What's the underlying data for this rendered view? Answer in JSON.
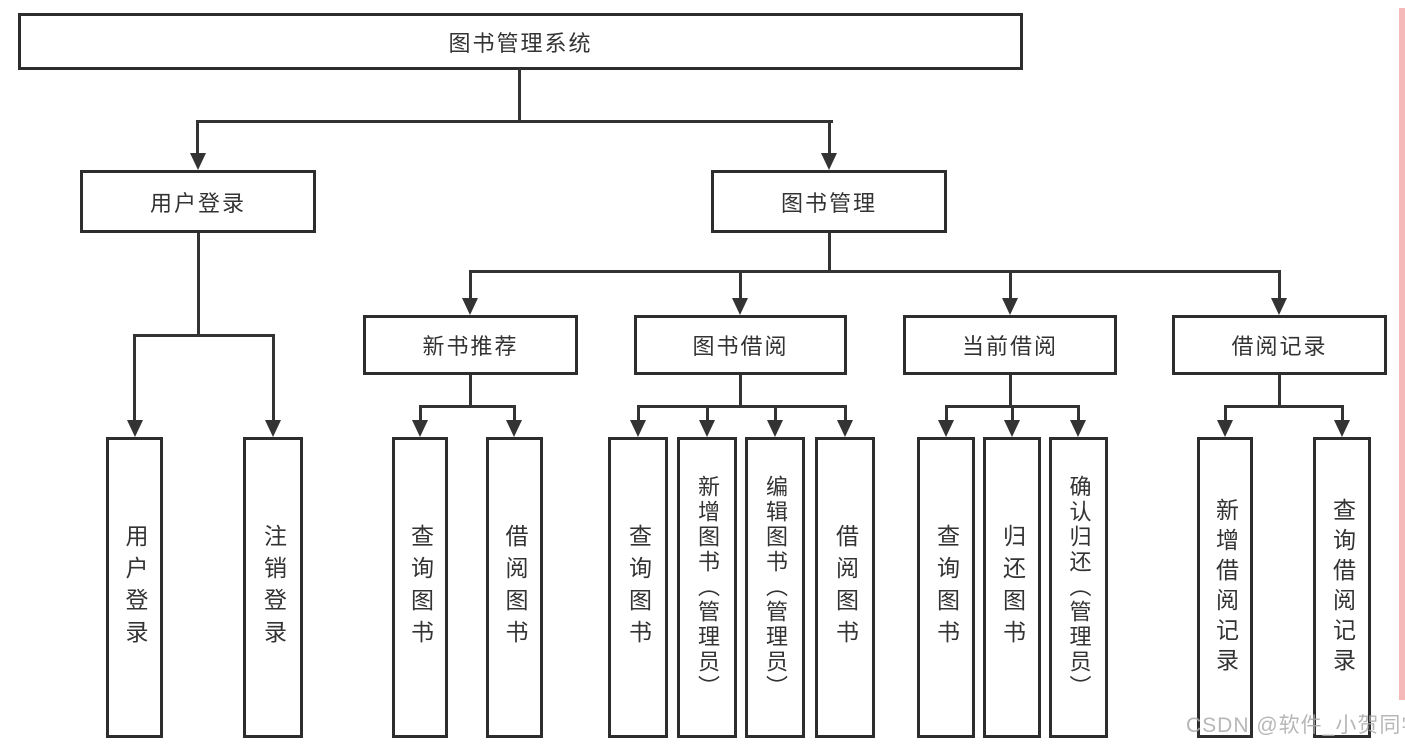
{
  "diagram": {
    "root": {
      "label": "图书管理系统"
    },
    "level2": [
      {
        "label": "用户登录"
      },
      {
        "label": "图书管理"
      }
    ],
    "level3": [
      {
        "label": "新书推荐"
      },
      {
        "label": "图书借阅"
      },
      {
        "label": "当前借阅"
      },
      {
        "label": "借阅记录"
      }
    ],
    "leaves": {
      "user_login": [
        "用户登录",
        "注销登录"
      ],
      "new_book_recommend": [
        "查询图书",
        "借阅图书"
      ],
      "book_borrow": [
        "查询图书",
        "新增图书（管理员）",
        "编辑图书（管理员）",
        "借阅图书"
      ],
      "current_borrow": [
        "查询图书",
        "归还图书",
        "确认归还（管理员）"
      ],
      "borrow_records": [
        "新增借阅记录",
        "查询借阅记录"
      ]
    },
    "watermark": "CSDN @软件_小贺同学",
    "colors": {
      "line": "#333333",
      "box_border": "#2d2d2d",
      "text": "#333333",
      "watermark": "#ababab",
      "right_strip": "#f1a2a2"
    }
  }
}
